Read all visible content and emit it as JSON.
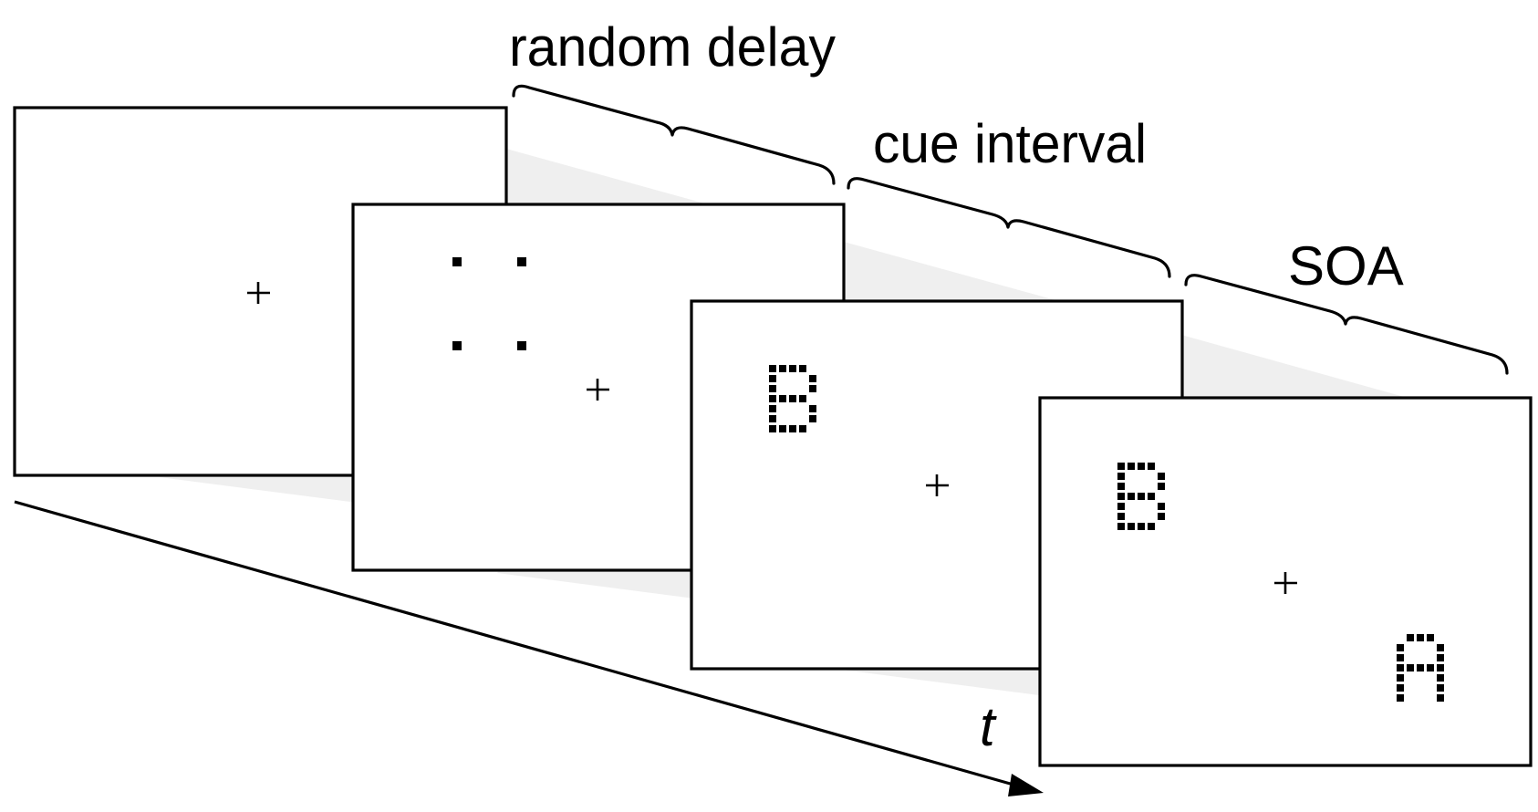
{
  "labels": {
    "random_delay": "random delay",
    "cue_interval": "cue interval",
    "soa": "SOA",
    "time_axis": "t"
  },
  "frames": [
    {
      "name": "frame-fixation",
      "contents": [
        "fixation-cross"
      ]
    },
    {
      "name": "frame-cue",
      "contents": [
        "cue-dots",
        "fixation-cross"
      ]
    },
    {
      "name": "frame-first-letter",
      "contents": [
        "letter B",
        "fixation-cross"
      ]
    },
    {
      "name": "frame-second-letter",
      "contents": [
        "letter B",
        "letter A",
        "fixation-cross"
      ]
    }
  ],
  "letters": {
    "first": "B",
    "second": "A"
  },
  "colors": {
    "stroke": "#000000",
    "shadow": "#efefef",
    "background": "#ffffff"
  }
}
